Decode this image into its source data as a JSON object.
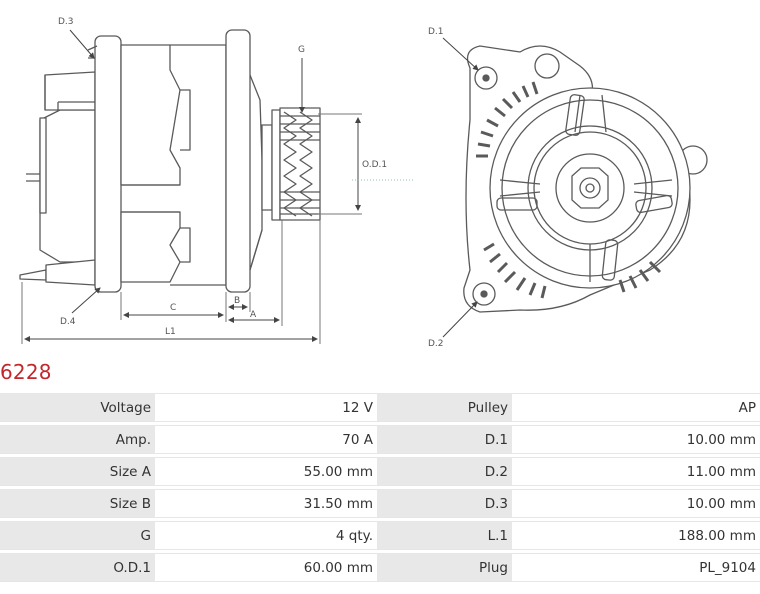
{
  "product": {
    "part_number": "6228"
  },
  "drawing": {
    "labels": {
      "d3": "D.3",
      "g": "G",
      "od1": "O.D.1",
      "d4": "D.4",
      "c": "C",
      "b": "B",
      "a": "A",
      "l1": "L1",
      "d1": "D.1",
      "d2": "D.2"
    },
    "line_color": "#5a5a5a",
    "dim_color": "#444444"
  },
  "specs": {
    "rows": [
      {
        "left_label": "Voltage",
        "left_value": "12 V",
        "right_label": "Pulley",
        "right_value": "AP"
      },
      {
        "left_label": "Amp.",
        "left_value": "70 A",
        "right_label": "D.1",
        "right_value": "10.00 mm"
      },
      {
        "left_label": "Size A",
        "left_value": "55.00 mm",
        "right_label": "D.2",
        "right_value": "11.00 mm"
      },
      {
        "left_label": "Size B",
        "left_value": "31.50 mm",
        "right_label": "D.3",
        "right_value": "10.00 mm"
      },
      {
        "left_label": "G",
        "left_value": "4 qty.",
        "right_label": "L.1",
        "right_value": "188.00 mm"
      },
      {
        "left_label": "O.D.1",
        "left_value": "60.00 mm",
        "right_label": "Plug",
        "right_value": "PL_9104"
      }
    ]
  }
}
